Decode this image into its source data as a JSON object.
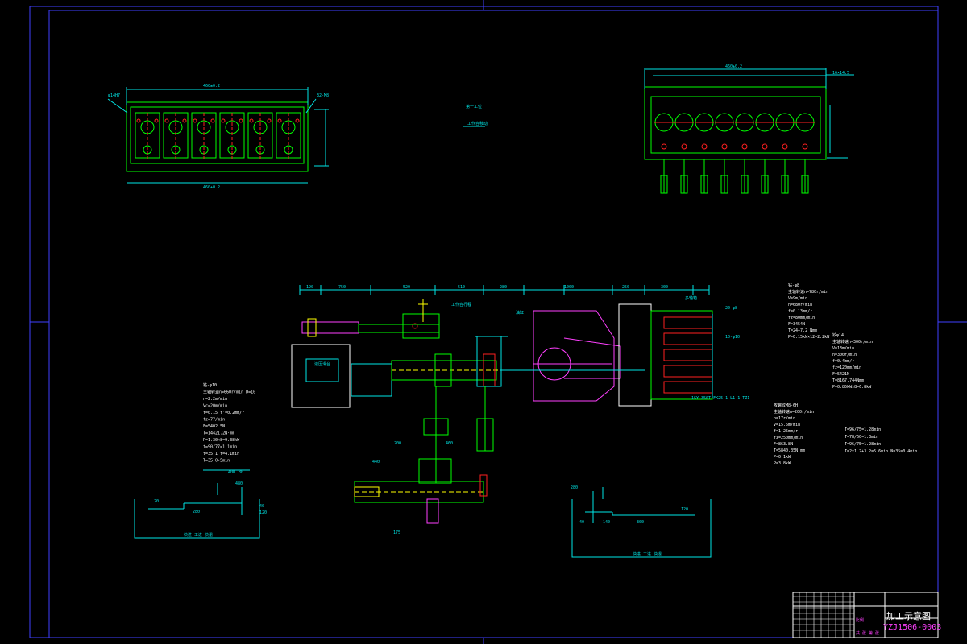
{
  "colors": {
    "background": "#000000",
    "frame": "#4040ff",
    "cyan": "#00e6e6",
    "green": "#00ff00",
    "magenta": "#ff40ff",
    "red": "#ff2020",
    "white": "#ffffff",
    "yellow": "#ffff00"
  },
  "top_left_view": {
    "labels": [
      "460±0.2",
      "φ14H7",
      "32-M8"
    ]
  },
  "top_right_view": {
    "labels": [
      "460±0.2",
      "16×14.5"
    ]
  },
  "center_note": {
    "line1": "第一工位",
    "line2": "工作台移动"
  },
  "main_assembly": {
    "dimensions": [
      "190",
      "750",
      "520",
      "510",
      "280",
      "1000",
      "250",
      "300",
      "200",
      "460",
      "440",
      "175"
    ],
    "callouts": [
      "工作台行程",
      "油缸",
      "液压滑台",
      "多轴箱",
      "20-φ8",
      "10-φ10"
    ],
    "tolerance_label": "1SY-350T-FK25-1 L1 1 TZ1"
  },
  "left_params": {
    "title": "钻-φ10",
    "lines": [
      "主轴转速n=660r/min D=10",
      "n=2.2m/min",
      "Vc=20m/min",
      "f=0.15 f'=0.2mm/r",
      "fz=77/min",
      "F=5402.5N",
      "T=14421.2N·mm",
      "P=1.30×8=9.38kW",
      "t=90/77=1.1min",
      "t=35.1 t=4.1min",
      "T=35.0-5min"
    ]
  },
  "right_params_upper": {
    "title": "钻-φ8",
    "lines": [
      "主轴转速n=780r/min",
      "V=9m/min",
      "n=680r/min",
      "f=0.13mm/r",
      "fz=80mm/min",
      "F=3454N",
      "T=24+7.2 Nmm",
      "P=0.15kW×12=2.2kW"
    ]
  },
  "right_params_mid": {
    "title": "铰φ14",
    "lines": [
      "主轴转速n=300r/min",
      "V=13m/min",
      "n=300r/min",
      "f=0.4mm/r",
      "fz=120mm/min",
      "F=5421N",
      "T=8167.744Nmm",
      "P=0.85kW×8=6.8kW"
    ]
  },
  "right_params_lower": {
    "title": "攻螺纹M8-6H",
    "lines": [
      "主轴转速n=200r/min",
      "n=17r/min",
      "V=15.5m/min",
      "f=1.25mm/r",
      "fz=250mm/min",
      "F=863.8N",
      "T=5840.35N·mm",
      "P=0.1kW",
      "P=3.8kW"
    ]
  },
  "right_params_extra": {
    "lines": [
      "T=96/75=1.28min",
      "T=78/60=1.3min",
      "T=96/75=1.28min",
      "T=2×1.2+3.2=5.6min  N=35=0.4min"
    ]
  },
  "cycle_left": {
    "dimensions": [
      "20",
      "280",
      "400",
      "30",
      "480",
      "40",
      "120"
    ],
    "caption": "快进 工进 快退"
  },
  "cycle_right": {
    "dimensions": [
      "280",
      "40",
      "140",
      "300",
      "120"
    ],
    "caption": "快进 工进 快退"
  },
  "title_block": {
    "title": "加工示意图",
    "drawing_number": "YZJ1506-0003",
    "scale_label": "比例",
    "sheet_label": "共 张 第 张"
  }
}
